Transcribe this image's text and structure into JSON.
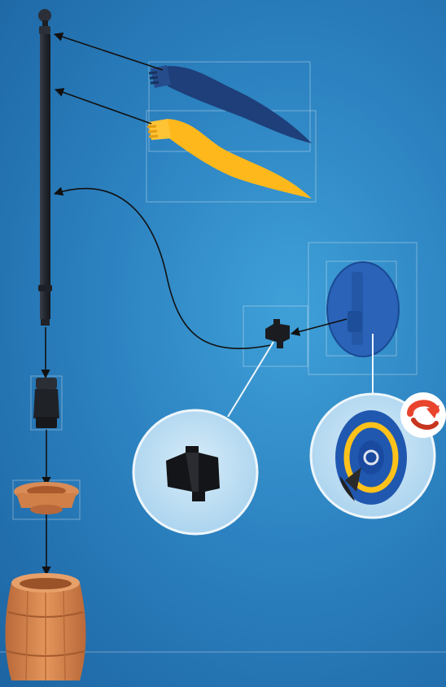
{
  "scene": {
    "description_free": true,
    "background_color": "#2c82c0",
    "colors": {
      "pole": "#2b2f38",
      "flag_blue": "#1e3f7a",
      "flag_yellow": "#ffb81c",
      "shield": "#2a63b8",
      "barrel": "#d9884d",
      "rotate_badge": "#e8452c",
      "callout_circle": "#b9ddf2"
    },
    "parts": [
      "flag-pole",
      "blue-pennant-flag",
      "yellow-pennant-flag",
      "black-clip-connector",
      "blue-shield",
      "pole-socket",
      "barrel-lid",
      "barrel"
    ],
    "callouts": [
      "clip-detail-callout",
      "shield-front-callout"
    ],
    "badges": [
      "rotate-icon"
    ]
  }
}
